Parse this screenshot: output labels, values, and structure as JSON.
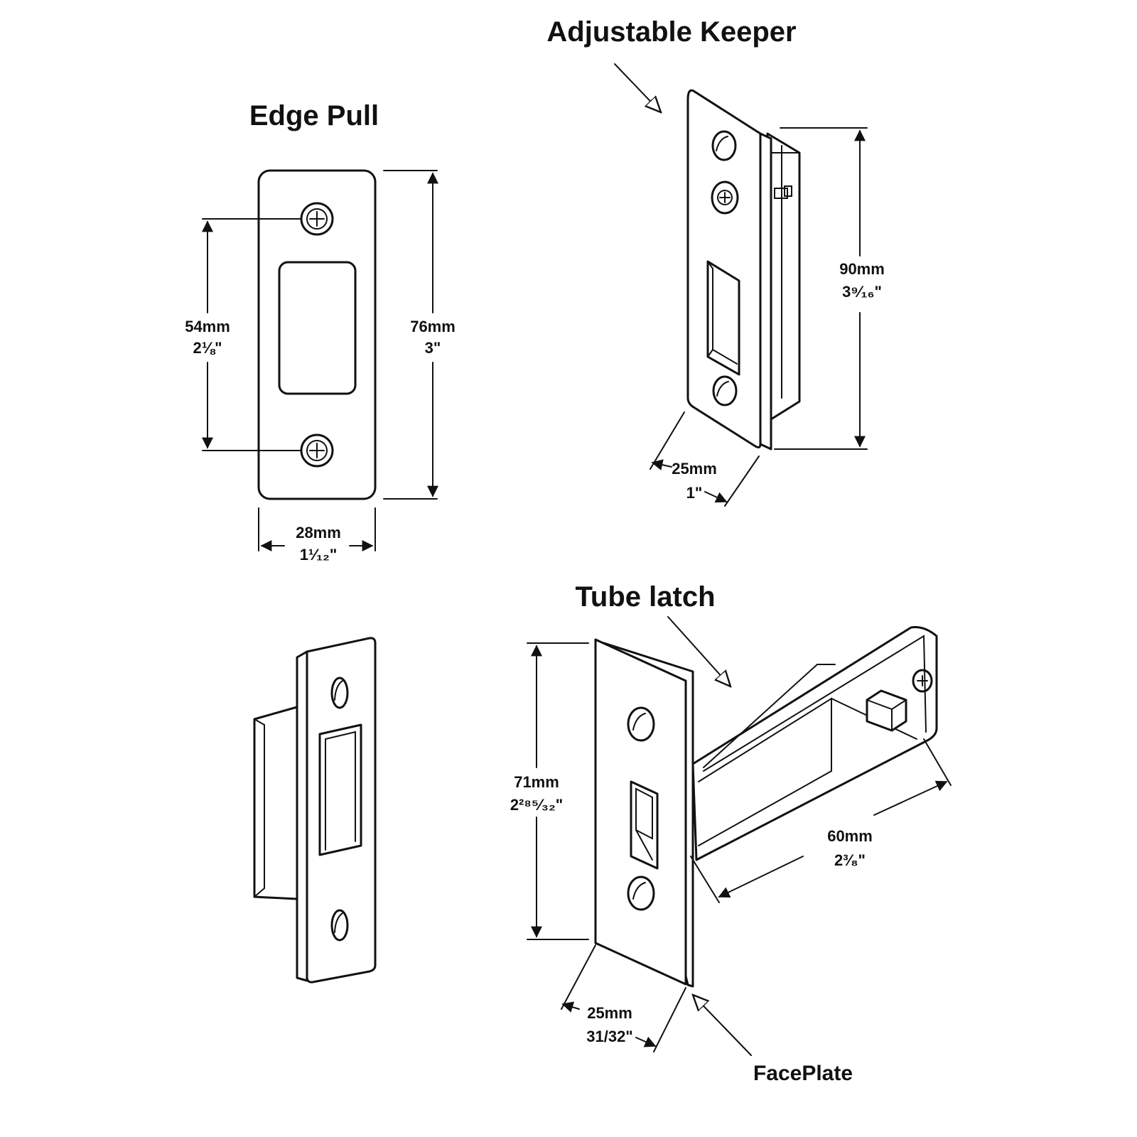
{
  "titles": {
    "edge_pull": "Edge Pull",
    "adjustable_keeper": "Adjustable Keeper",
    "tube_latch": "Tube latch",
    "faceplate": "FacePlate"
  },
  "edge_pull": {
    "screw_spacing_mm": "54mm",
    "screw_spacing_in": "2⅛\"",
    "height_mm": "76mm",
    "height_in": "3\"",
    "width_mm": "28mm",
    "width_in": "1¹⁄₁₂\""
  },
  "adjustable_keeper": {
    "height_mm": "90mm",
    "height_in": "3⁹⁄₁₆\"",
    "width_mm": "25mm",
    "width_in": "1\""
  },
  "tube_latch": {
    "height_mm": "71mm",
    "height_in": "2²⁸⁵⁄₃₂\"",
    "backset_mm": "60mm",
    "backset_in": "2³⁄₈\"",
    "width_mm": "25mm",
    "width_in": "31/32\""
  },
  "colors": {
    "line": "#111111",
    "background": "#ffffff"
  }
}
